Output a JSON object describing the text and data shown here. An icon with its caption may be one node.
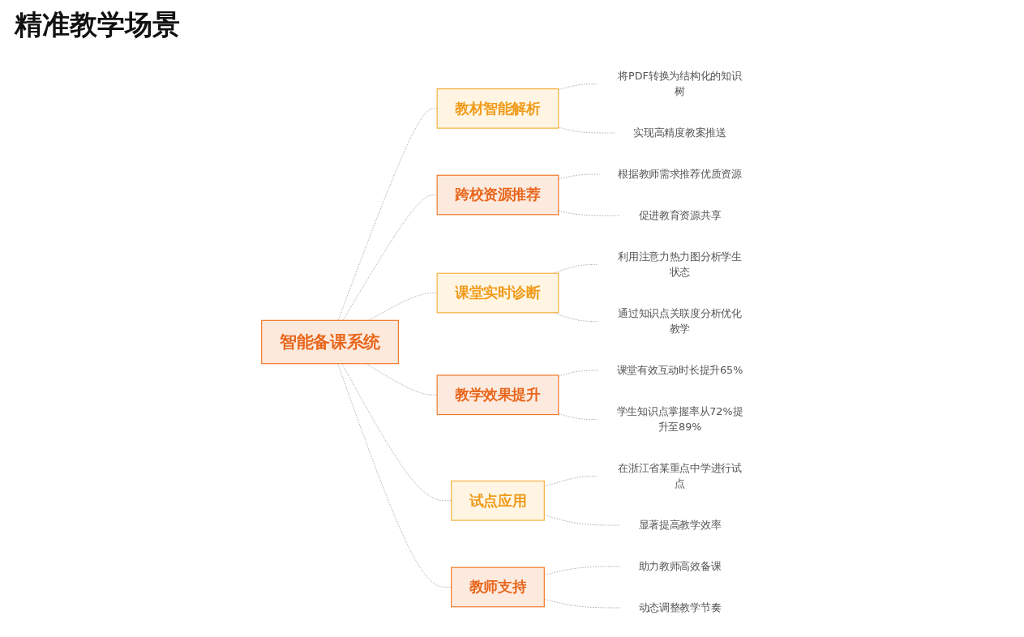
{
  "diagram": {
    "title": "精准教学场景",
    "nodes": [
      {
        "text": [
          "智能备课系统"
        ]
      },
      {
        "text": [
          "教材智能解析"
        ]
      },
      {
        "text": [
          "将PDF转换为结构化的知识树"
        ]
      },
      {
        "text": [
          "实现高精度教案推送"
        ]
      },
      {
        "text": [
          "跨校资源推荐"
        ]
      },
      {
        "text": [
          "根据教师需求推荐优质资源"
        ]
      },
      {
        "text": [
          "促进教育资源共享"
        ]
      },
      {
        "text": [
          "课堂实时诊断"
        ]
      },
      {
        "text": [
          "利用注意力热力图分析学生状态"
        ]
      },
      {
        "text": [
          "通过知识点关联度分析优化教学"
        ]
      },
      {
        "text": [
          "教学效果提升"
        ]
      },
      {
        "text": [
          "课堂有效互动时长提升65%"
        ]
      },
      {
        "text": [
          "学生知识点掌握率从72%提升至89%"
        ]
      },
      {
        "text": [
          "试点应用"
        ]
      },
      {
        "text": [
          "在浙江省某重点中学进行试点"
        ]
      },
      {
        "text": [
          "显著提高教学效率"
        ]
      },
      {
        "text": [
          "教师支持"
        ]
      },
      {
        "text": [
          "助力教师高效备课"
        ]
      },
      {
        "text": [
          "动态调整教学节奏"
        ]
      }
    ],
    "edges": [
      {
        "from": 0,
        "to": 1,
        "arrow": "none",
        "style": "dashed"
      },
      {
        "from": 1,
        "to": 2,
        "arrow": "none",
        "style": "dashed"
      },
      {
        "from": 1,
        "to": 3,
        "arrow": "none",
        "style": "dashed"
      },
      {
        "from": 0,
        "to": 4,
        "arrow": "none",
        "style": "dashed"
      },
      {
        "from": 4,
        "to": 5,
        "arrow": "none",
        "style": "dashed"
      },
      {
        "from": 4,
        "to": 6,
        "arrow": "none",
        "style": "dashed"
      },
      {
        "from": 0,
        "to": 7,
        "arrow": "none",
        "style": "dashed"
      },
      {
        "from": 7,
        "to": 8,
        "arrow": "none",
        "style": "dashed"
      },
      {
        "from": 7,
        "to": 9,
        "arrow": "none",
        "style": "dashed"
      },
      {
        "from": 0,
        "to": 10,
        "arrow": "none",
        "style": "dashed"
      },
      {
        "from": 10,
        "to": 11,
        "arrow": "none",
        "style": "dashed"
      },
      {
        "from": 10,
        "to": 12,
        "arrow": "none",
        "style": "dashed"
      },
      {
        "from": 0,
        "to": 13,
        "arrow": "none",
        "style": "dashed"
      },
      {
        "from": 13,
        "to": 14,
        "arrow": "none",
        "style": "dashed"
      },
      {
        "from": 13,
        "to": 15,
        "arrow": "none",
        "style": "dashed"
      },
      {
        "from": 0,
        "to": 16,
        "arrow": "none",
        "style": "dashed"
      },
      {
        "from": 16,
        "to": 17,
        "arrow": "none",
        "style": "dashed"
      },
      {
        "from": 16,
        "to": 18,
        "arrow": "none",
        "style": "dashed"
      }
    ]
  }
}
